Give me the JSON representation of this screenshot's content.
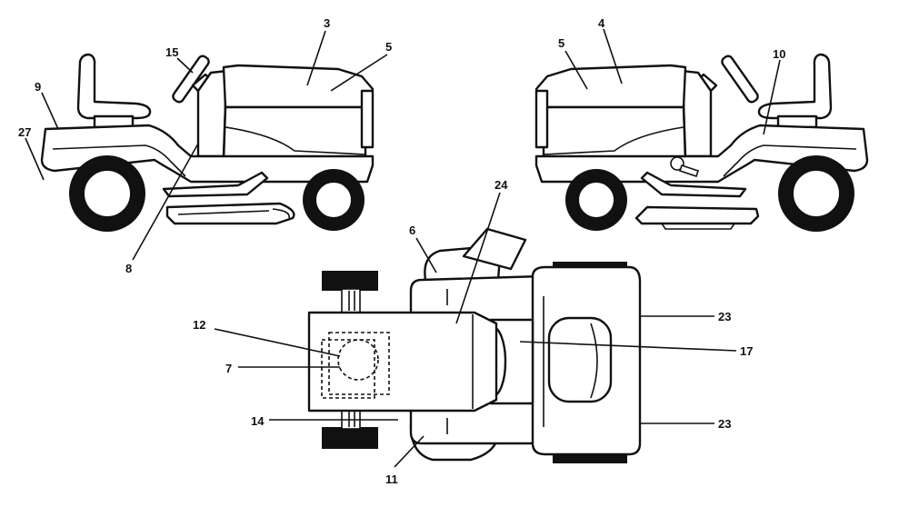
{
  "callouts": {
    "c3": "3",
    "c5_left": "5",
    "c15": "15",
    "c9": "9",
    "c27": "27",
    "c8": "8",
    "c4": "4",
    "c5_right": "5",
    "c10": "10",
    "c24": "24",
    "c6": "6",
    "c12": "12",
    "c7": "7",
    "c14": "14",
    "c11": "11",
    "c23_top": "23",
    "c17": "17",
    "c23_bottom": "23"
  }
}
